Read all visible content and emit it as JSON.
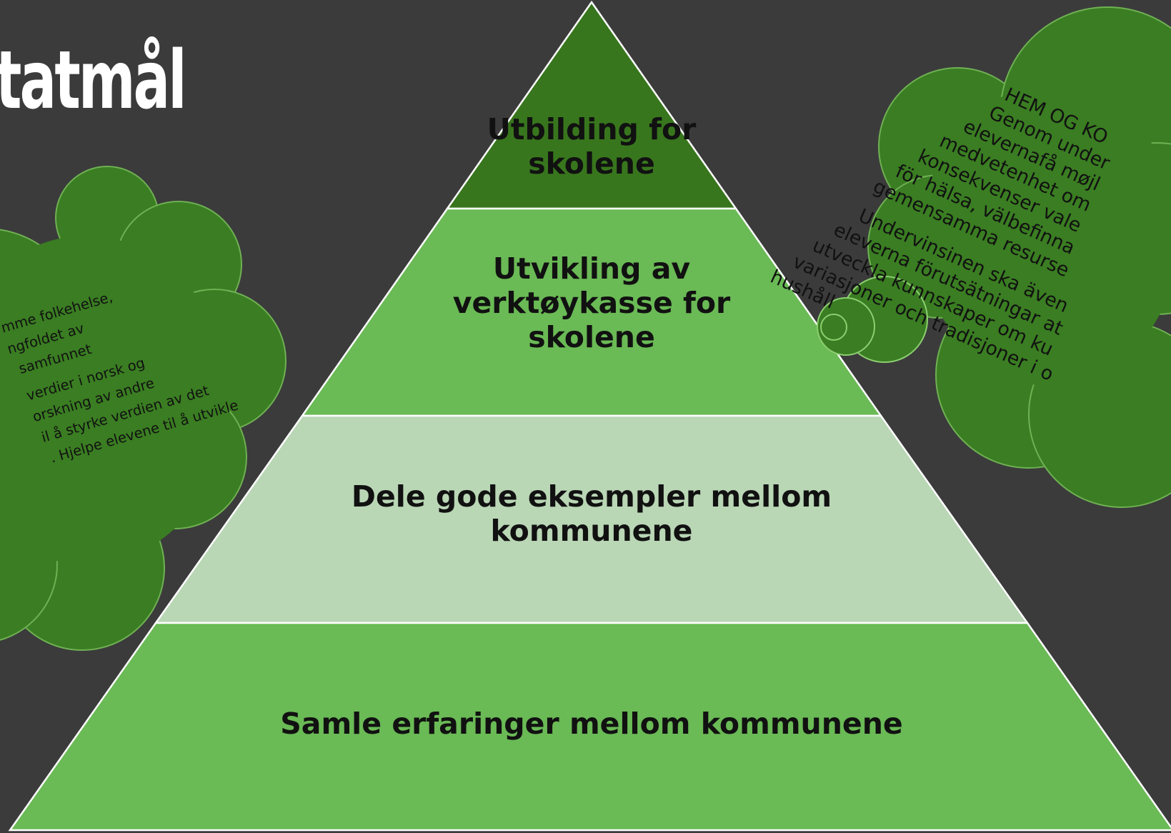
{
  "slide": {
    "title": "tatmål",
    "colors": {
      "background": "#3b3b3b",
      "top_level": "#38761d",
      "middle_level": "#6aba55",
      "light_level": "#b9d6b5",
      "cloud_fill": "#3a7d22",
      "outline": "#ffffff"
    }
  },
  "pyramid": {
    "levels": [
      {
        "label": "Utbilding for skolene",
        "lines": [
          "Utbilding for",
          "skolene"
        ]
      },
      {
        "label": "Utvikling av verktøykasse for skolene",
        "lines": [
          "Utvikling av",
          "verktøykasse for",
          "skolene"
        ]
      },
      {
        "label": "Dele gode eksempler mellom kommunene",
        "lines": [
          "Dele gode eksempler mellom",
          "kommunene"
        ]
      },
      {
        "label": "Samle erfaringer mellom kommunene",
        "lines": [
          "Samle erfaringer mellom kommunene"
        ]
      }
    ]
  },
  "right_cloud": {
    "lines": [
      "HEM OG KO",
      "Genom under",
      "elevernafå møjl",
      "medvetenhet om",
      "konsekvenser vale",
      "för hälsa, välbefinna",
      "gemensamma resurse",
      "Undervinsinen ska även",
      "eleverna förutsätningar at",
      "utveckla kunnskaper om ku",
      "variasjoner och tradisjoner i o",
      "hushåll"
    ]
  },
  "left_cloud": {
    "lines": [
      "mme folkehelse,",
      "ngfoldet av",
      "samfunnet",
      "verdier i norsk og",
      "orskning av  andre",
      "il å styrke verdien av det",
      ". Hjelpe elevene til å utvikle"
    ]
  }
}
